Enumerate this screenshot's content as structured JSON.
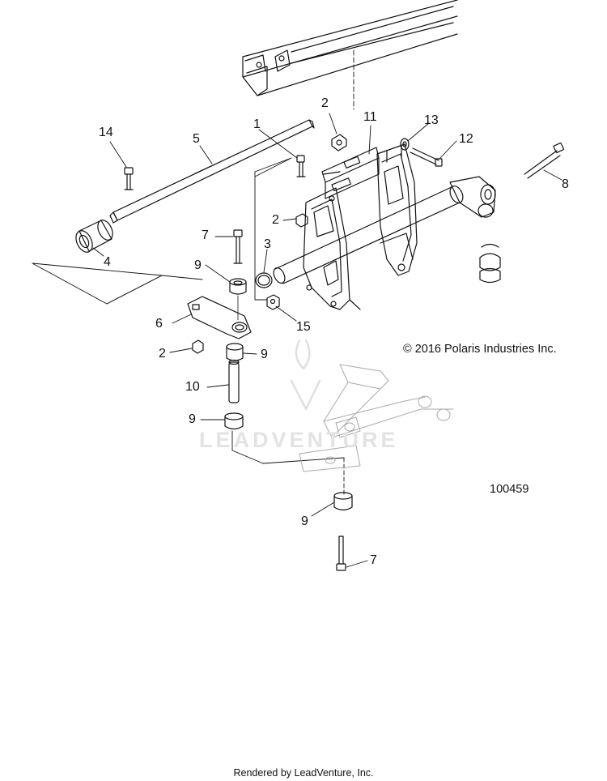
{
  "diagram": {
    "copyright": "© 2016 Polaris Industries Inc.",
    "figure_number": "100459",
    "watermark": "LEADVENTURE",
    "footer": "Rendered by LeadVenture, Inc.",
    "callouts": [
      {
        "id": "c14",
        "label": "14"
      },
      {
        "id": "c5",
        "label": "5"
      },
      {
        "id": "c1",
        "label": "1"
      },
      {
        "id": "c2a",
        "label": "2"
      },
      {
        "id": "c11",
        "label": "11"
      },
      {
        "id": "c13",
        "label": "13"
      },
      {
        "id": "c12",
        "label": "12"
      },
      {
        "id": "c8",
        "label": "8"
      },
      {
        "id": "c2b",
        "label": "2"
      },
      {
        "id": "c7a",
        "label": "7"
      },
      {
        "id": "c3",
        "label": "3"
      },
      {
        "id": "c4",
        "label": "4"
      },
      {
        "id": "c9a",
        "label": "9"
      },
      {
        "id": "c6",
        "label": "6"
      },
      {
        "id": "c15",
        "label": "15"
      },
      {
        "id": "c2c",
        "label": "2"
      },
      {
        "id": "c9b",
        "label": "9"
      },
      {
        "id": "c10",
        "label": "10"
      },
      {
        "id": "c9c",
        "label": "9"
      },
      {
        "id": "c9d",
        "label": "9"
      },
      {
        "id": "c7b",
        "label": "7"
      }
    ]
  }
}
